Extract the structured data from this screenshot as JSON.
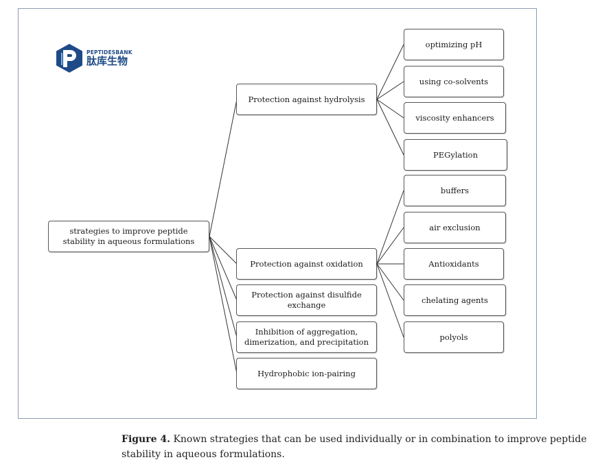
{
  "logo": {
    "name_en": "PEPTIDESBANK",
    "name_cn": "肽库生物"
  },
  "diagram": {
    "root": "strategies to improve peptide stability in aqueous formulations",
    "branches": [
      {
        "label": "Protection against hydrolysis",
        "children": [
          "optimizing pH",
          "using co-solvents",
          "viscosity enhancers",
          "PEGylation"
        ]
      },
      {
        "label": "Protection against oxidation",
        "children": [
          "buffers",
          "air exclusion",
          "Antioxidants",
          "chelating agents",
          "polyols"
        ]
      },
      {
        "label": "Protection against disulfide exchange",
        "children": []
      },
      {
        "label": "Inhibition of aggregation, dimerization, and precipitation",
        "children": []
      },
      {
        "label": "Hydrophobic ion-pairing",
        "children": []
      }
    ]
  },
  "caption": {
    "label": "Figure 4.",
    "text": "Known strategies that can be used individually or in combination to improve peptide stability in aqueous formulations."
  }
}
